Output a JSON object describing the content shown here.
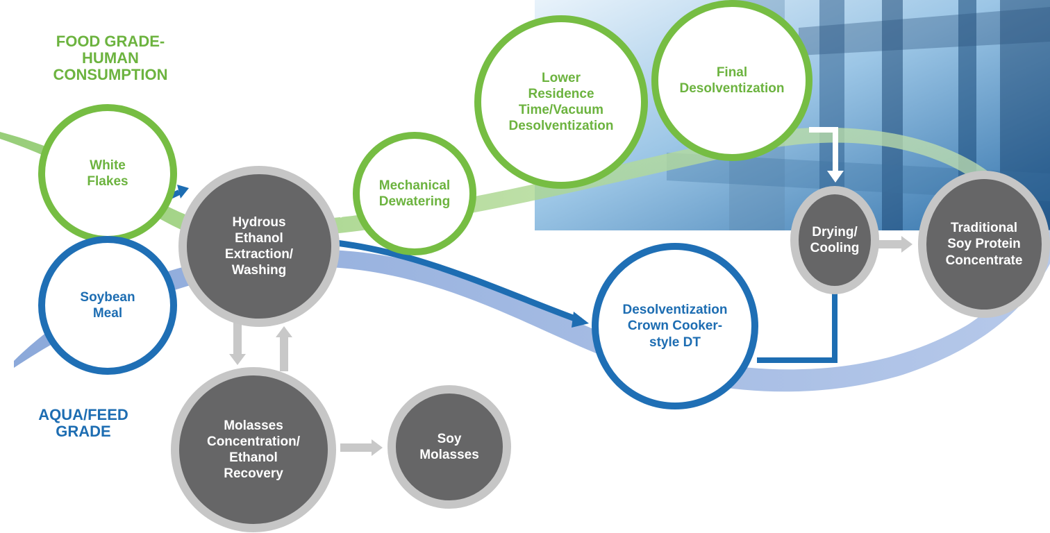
{
  "colors": {
    "food_green": "#6cb33f",
    "feed_blue": "#1d6db2",
    "process_gray": "#666667",
    "ring_gray": "#c6c6c6",
    "arrow_gray": "#c8c8c8"
  },
  "labels": {
    "food_grade": "FOOD GRADE-\nHUMAN\nCONSUMPTION",
    "aqua_feed": "AQUA/FEED\nGRADE"
  },
  "nodes": {
    "white_flakes": "White\nFlakes",
    "soybean_meal": "Soybean\nMeal",
    "hydrous_ethanol": "Hydrous\nEthanol\nExtraction/\nWashing",
    "molasses_concentration": "Molasses\nConcentration/\nEthanol\nRecovery",
    "soy_molasses": "Soy\nMolasses",
    "mechanical_dewatering": "Mechanical\nDewatering",
    "lower_residence": "Lower\nResidence\nTime/Vacuum\nDesolventization",
    "final_desolventization": "Final\nDesolventization",
    "desolventization_crown": "Desolventization\nCrown Cooker-\nstyle DT",
    "drying_cooling": "Drying/\nCooling",
    "traditional_spc": "Traditional\nSoy Protein\nConcentrate"
  }
}
